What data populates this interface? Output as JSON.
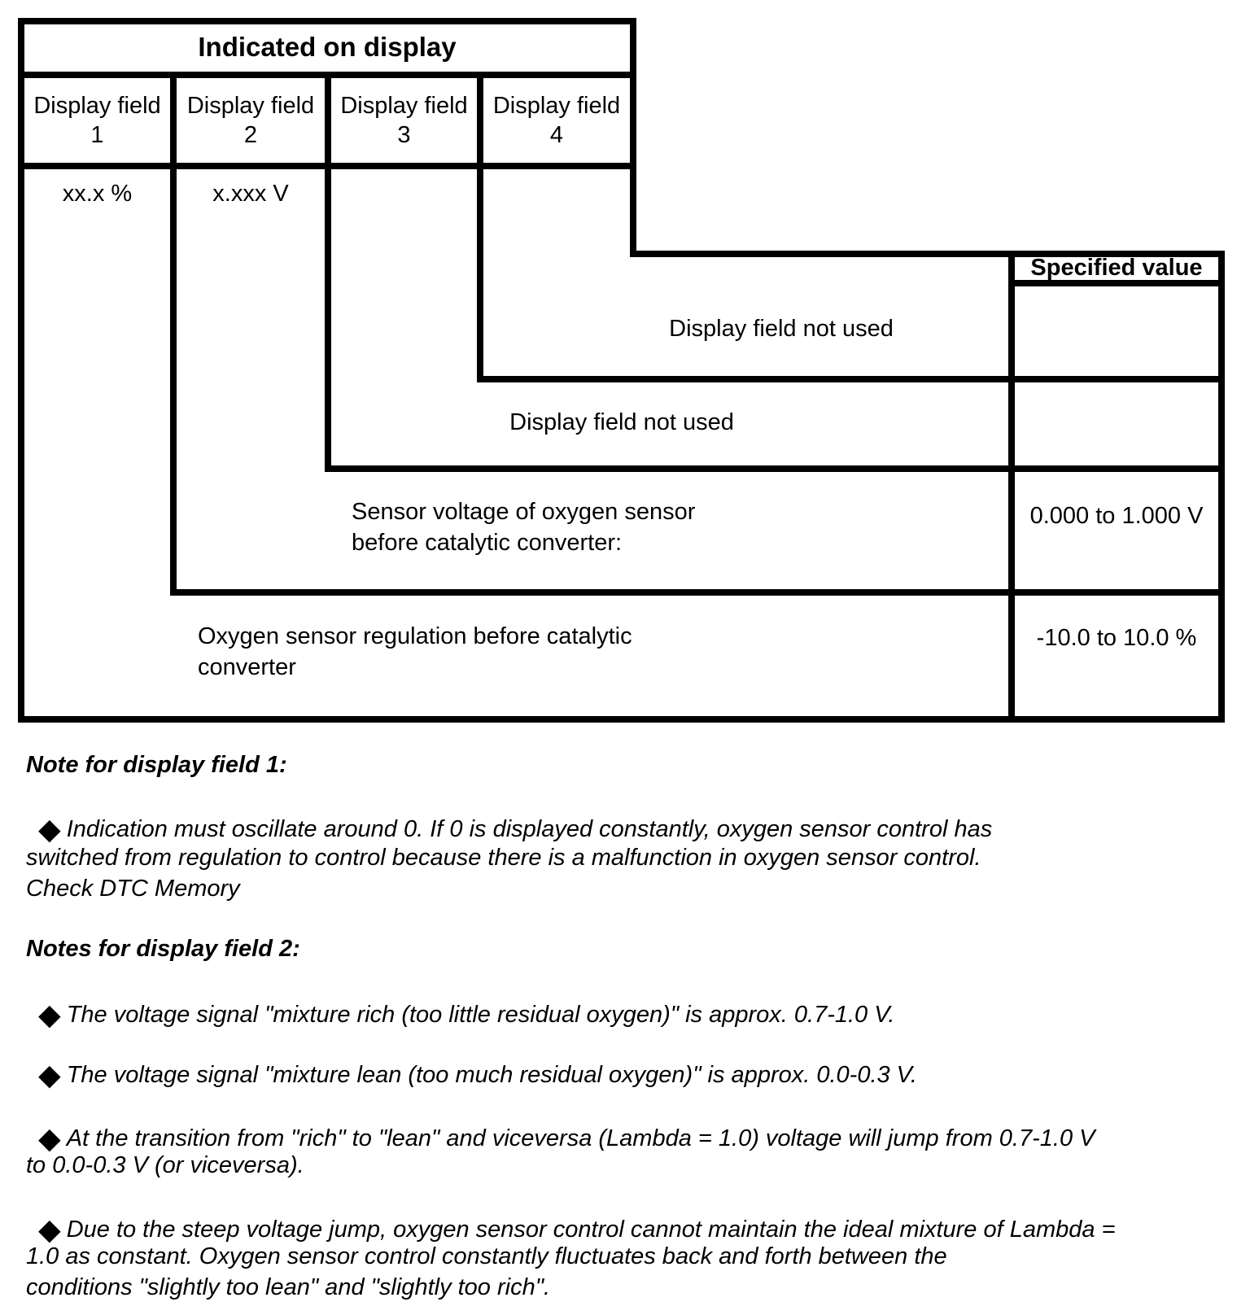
{
  "colors": {
    "ink": "#000000",
    "paper": "#ffffff"
  },
  "table": {
    "header": "Indicated on display",
    "spec_header": "Specified value",
    "columns": [
      {
        "label": "Display field",
        "number": "1",
        "format": "xx.x %"
      },
      {
        "label": "Display field",
        "number": "2",
        "format": "x.xxx V"
      },
      {
        "label": "Display field",
        "number": "3",
        "format": ""
      },
      {
        "label": "Display field",
        "number": "4",
        "format": ""
      }
    ],
    "rows": [
      {
        "lines": [
          "Display field not used"
        ],
        "specified_value": ""
      },
      {
        "lines": [
          "Display field not used"
        ],
        "specified_value": ""
      },
      {
        "lines": [
          "Sensor voltage of oxygen sensor",
          "before catalytic converter:"
        ],
        "specified_value": "0.000 to 1.000 V"
      },
      {
        "lines": [
          "Oxygen sensor regulation before catalytic",
          "converter"
        ],
        "specified_value": "-10.0 to 10.0 %"
      }
    ]
  },
  "notes": {
    "bullet_glyph": "◆",
    "sections": [
      {
        "heading": "Note for display field 1:",
        "bullets": [
          {
            "lines": [
              "Indication must oscillate around 0. If 0 is displayed constantly, oxygen sensor control has",
              "switched from regulation to control because there is a malfunction in oxygen sensor control.",
              "Check DTC Memory"
            ]
          }
        ]
      },
      {
        "heading": "Notes for display field 2:",
        "bullets": [
          {
            "lines": [
              "The voltage signal \"mixture rich (too little residual oxygen)\" is approx. 0.7-1.0 V."
            ]
          },
          {
            "lines": [
              "The voltage signal \"mixture lean (too much residual oxygen)\" is approx. 0.0-0.3 V."
            ]
          },
          {
            "lines": [
              "At the transition from \"rich\" to \"lean\" and viceversa (Lambda = 1.0) voltage will jump from 0.7-1.0 V",
              "to 0.0-0.3 V (or viceversa)."
            ]
          },
          {
            "lines": [
              "Due to the steep voltage jump, oxygen sensor control cannot maintain the ideal mixture of Lambda =",
              "1.0 as constant. Oxygen sensor control constantly fluctuates back and forth between the",
              "conditions \"slightly too lean\" and \"slightly too rich\"."
            ]
          }
        ]
      }
    ]
  }
}
